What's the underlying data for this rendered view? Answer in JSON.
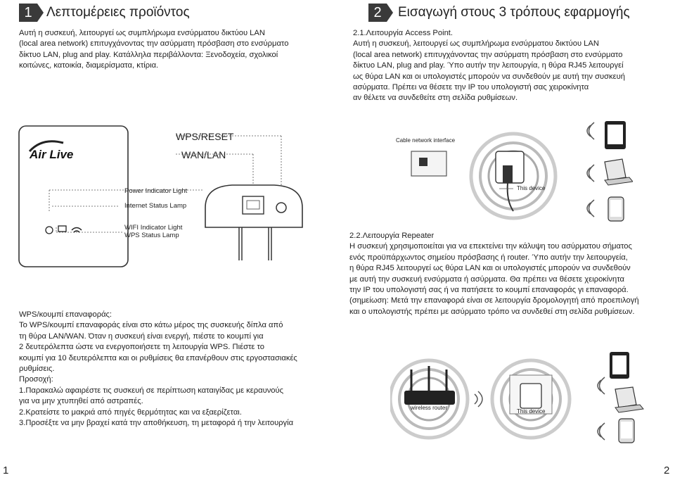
{
  "section1": {
    "number": "1",
    "title": "Λεπτομέρειες προϊόντος",
    "lines": [
      "Αυτή η συσκευή, λειτουργεί ως συμπλήρωμα ενσύρματου δικτύου LAN",
      "(local area network) επιτυγχάνοντας την ασύρματη πρόσβαση στο ενσύρματο",
      "δίκτυο LAN, plug and play. Κατάλληλα περιβάλλοντα: Ξενοδοχεία, σχολικοί",
      "κοιτώνες, κατοικία, διαμερίσματα, κτίρια."
    ]
  },
  "section2": {
    "number": "2",
    "title": "Εισαγωγή στους 3 τρόπους εφαρμογής",
    "ap_lines": [
      "2.1.Λειτουργία Access Point.",
      "Αυτή η συσκευή, λειτουργεί ως συμπλήρωμα ενσύρματου δικτύου LAN",
      "(local area network) επιτυγχάνοντας την ασύρματη πρόσβαση στο ενσύρματο",
      "δίκτυο LAN, plug and play. Ύπο αυτήν την λειτουργία, η θύρα RJ45 λειτουργεί",
      "ως θύρα LAN και οι υπολογιστές μπορούν να συνδεθούν με αυτή την συσκευή",
      "ασύρματα. Πρέπει να θέσετε την IP του υπολογιστή σας χειροκίνητα",
      "αν θέλετε να συνδεθείτε στη σελίδα ρυθμίσεων."
    ],
    "repeater_lines": [
      "2.2.Λειτουργία Repeater",
      "Η συσκευή χρησιμοποιείται για να επεκτείνει την κάλυψη του ασύρματου σήματος",
      "ενός προϋπάρχωντος σημείου πρόσβασης ή router. Ύπο αυτήν την λειτουργεία,",
      "η θύρα RJ45 λειτουργεί ως θύρα LAN και οι υπολογιστές μπορούν να συνδεθούν",
      "με αυτή την συσκευή ενσύρματα ή ασύρματα. Θα πρέπει να θέσετε χειροκίνητα",
      "την IP του υπολογιστή σας ή να πατήσετε το κουμπί επαναφοράς γι επαναφορά.",
      "(σημείωση: Μετά την επαναφορά είναι σε λειτουργία δρομολογητή από προεπιλογή",
      "και ο υπολογιστής πρέπει με ασύρματο τρόπο να συνδεθεί στη σελίδα ρυθμίσεων."
    ]
  },
  "device_labels": {
    "brand": "Air Live",
    "wps_reset": "WPS/RESET",
    "wan_lan": "WAN/LAN",
    "power": "Power Indicator Light",
    "internet": "Internet  Status Lamp",
    "wifi": "WIFI  Indicator Light",
    "wps": "WPS Status Lamp"
  },
  "diagram_labels": {
    "cable": "Cable network interface",
    "this_device_1": "This device",
    "router": "wireless router",
    "this_device_2": "This device"
  },
  "notes": {
    "lines": [
      "WPS/κουμπί επαναφοράς:",
      "Το WPS/κουμπί επαναφοράς είναι στο κάτω μέρος της συσκευής δίπλα από",
      "τη θύρα LAN/WAN. Όταν η συσκευή είναι ενεργή, πιέστε το κουμπί για",
      "2 δευτερόλεπτα ώστε να ενεργοποιήσετε τη λειτουργία WPS. Πιέστε το",
      "κουμπί για 10 δευτερόλεπτα και οι ρυθμίσεις θα επανέρθουν στις εργοστασιακές",
      "ρυθμίσεις.",
      "Προσοχή:",
      "1.Παρακαλώ αφαιρέστε τις συσκευή σε περίπτωση καταιγίδας με κεραυνούς",
      "για να μην χτυπηθεί από αστραπές.",
      "2.Κρατείστε το μακριά από πηγές θερμότητας και να εξαερίζεται.",
      "3.Προσέξτε να μην βραχεί κατά την αποθήκευση, τη μεταφορά ή την λειτουργία"
    ]
  },
  "page_numbers": {
    "left": "1",
    "right": "2"
  }
}
